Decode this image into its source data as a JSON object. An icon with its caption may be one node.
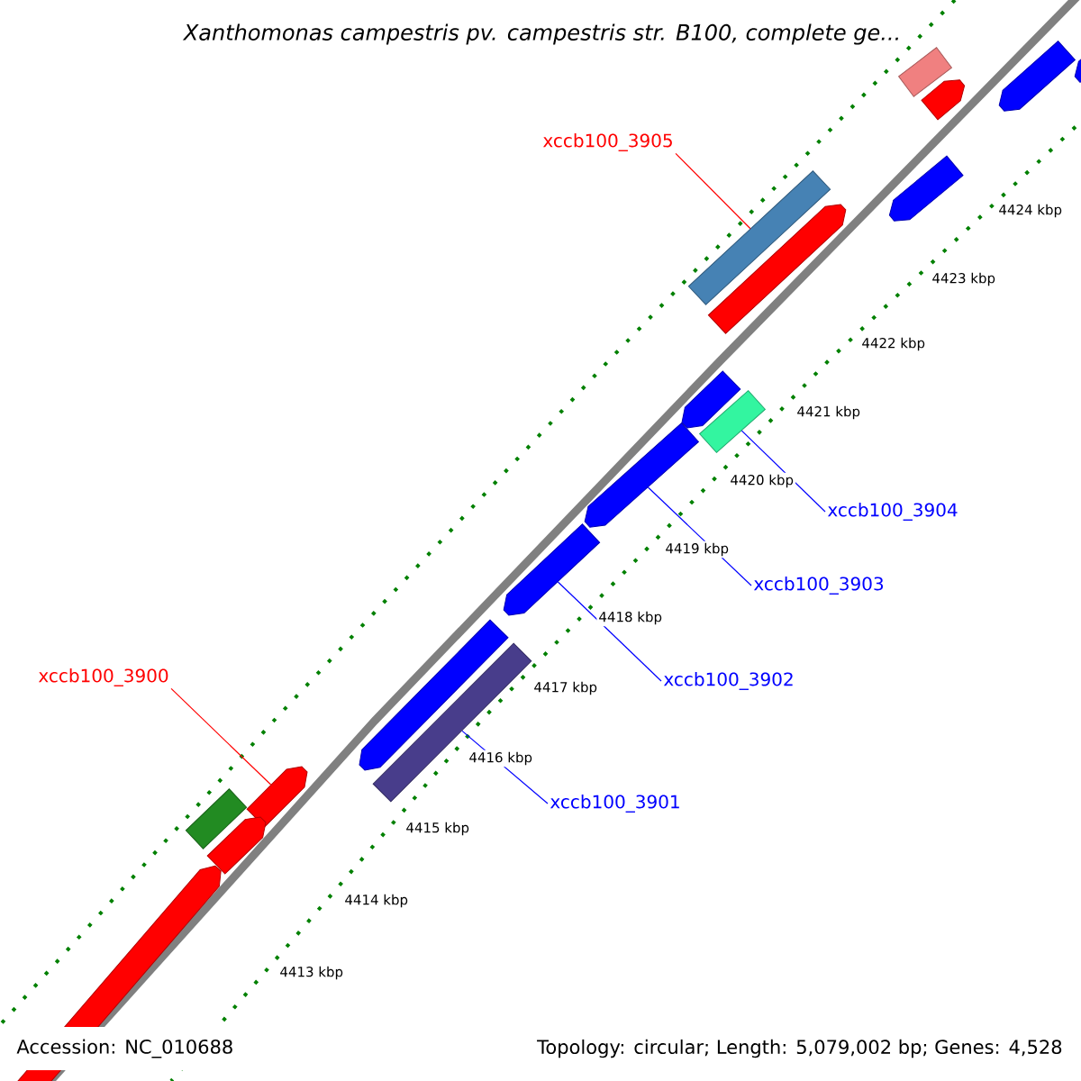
{
  "diagram": {
    "title": "Xanthomonas campestris pv. campestris str. B100, complete ge...",
    "nodes": [
      {
        "text": [
          "xccb100_3905"
        ]
      },
      {
        "text": [],
        "shape": "bar"
      },
      {
        "text": [
          "xccb100_3904"
        ]
      },
      {
        "text": [],
        "shape": "bar"
      },
      {
        "text": [
          "xccb100_3903"
        ]
      },
      {
        "text": [],
        "shape": "arrow"
      },
      {
        "text": [
          "xccb100_3902"
        ]
      },
      {
        "text": [],
        "shape": "arrow"
      },
      {
        "text": [
          "xccb100_3901"
        ]
      },
      {
        "text": [],
        "shape": "bar"
      },
      {
        "text": [
          "xccb100_3900"
        ]
      },
      {
        "text": [],
        "shape": "arrow"
      },
      {
        "text": [],
        "shape": "arrow"
      },
      {
        "text": [],
        "shape": "bar"
      },
      {
        "text": [],
        "shape": "arrow"
      },
      {
        "text": [],
        "shape": "arrow"
      },
      {
        "text": [],
        "shape": "arrow"
      },
      {
        "text": [],
        "shape": "arrow"
      },
      {
        "text": [],
        "shape": "arrow"
      },
      {
        "text": [],
        "shape": "arrow"
      },
      {
        "text": [],
        "shape": "bar"
      },
      {
        "text": [],
        "shape": "arrow"
      },
      {
        "text": [],
        "shape": "arrow"
      }
    ],
    "edges": [
      {
        "from": 0,
        "to": 1,
        "arrow": "none",
        "color": "#ff0000"
      },
      {
        "from": 2,
        "to": 3,
        "arrow": "none"
      },
      {
        "from": 4,
        "to": 5,
        "arrow": "none"
      },
      {
        "from": 6,
        "to": 7,
        "arrow": "none"
      },
      {
        "from": 8,
        "to": 9,
        "arrow": "none"
      },
      {
        "from": 10,
        "to": 11,
        "arrow": "none",
        "color": "#ff0000"
      }
    ],
    "labels": [
      "4424 kbp",
      "4423 kbp",
      "4422 kbp",
      "4421 kbp",
      "4420 kbp",
      "4419 kbp",
      "4418 kbp",
      "4417 kbp",
      "4416 kbp",
      "4415 kbp",
      "4414 kbp",
      "4413 kbp",
      "Accession: NC_010688",
      "Topology: circular; Length: 5,079,002 bp; Genes: 4,528"
    ]
  }
}
